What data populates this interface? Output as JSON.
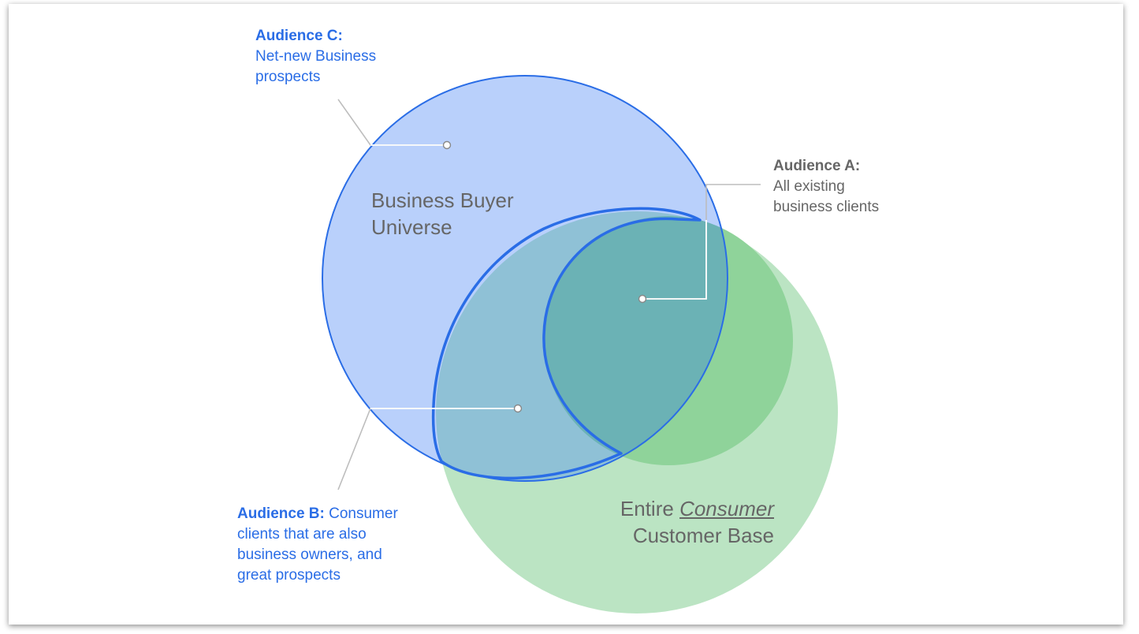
{
  "audience_c": {
    "head": "Audience C:",
    "lines": [
      "Net-new Business",
      "prospects"
    ]
  },
  "audience_a": {
    "head": "Audience A:",
    "lines": [
      "All existing",
      "business clients"
    ]
  },
  "audience_b": {
    "head": "Audience B:",
    "first_line_rest": " Consumer",
    "lines": [
      "clients that are also",
      "business owners, and",
      "great prospects"
    ]
  },
  "business_universe": {
    "line1": "Business Buyer",
    "line2": "Universe"
  },
  "consumer_base": {
    "prefix": "Entire ",
    "emphasis": "Consumer",
    "line2": "Customer Base"
  },
  "colors": {
    "accent_blue": "#2a6de6",
    "business_fill": "#b9d0fb",
    "consumer_fill": "#bbe4c3",
    "existing_fill": "#8fd39a",
    "overlap_fill": "#8fc1d6",
    "core_fill": "#6bb2b5",
    "label_gray": "#666666"
  }
}
